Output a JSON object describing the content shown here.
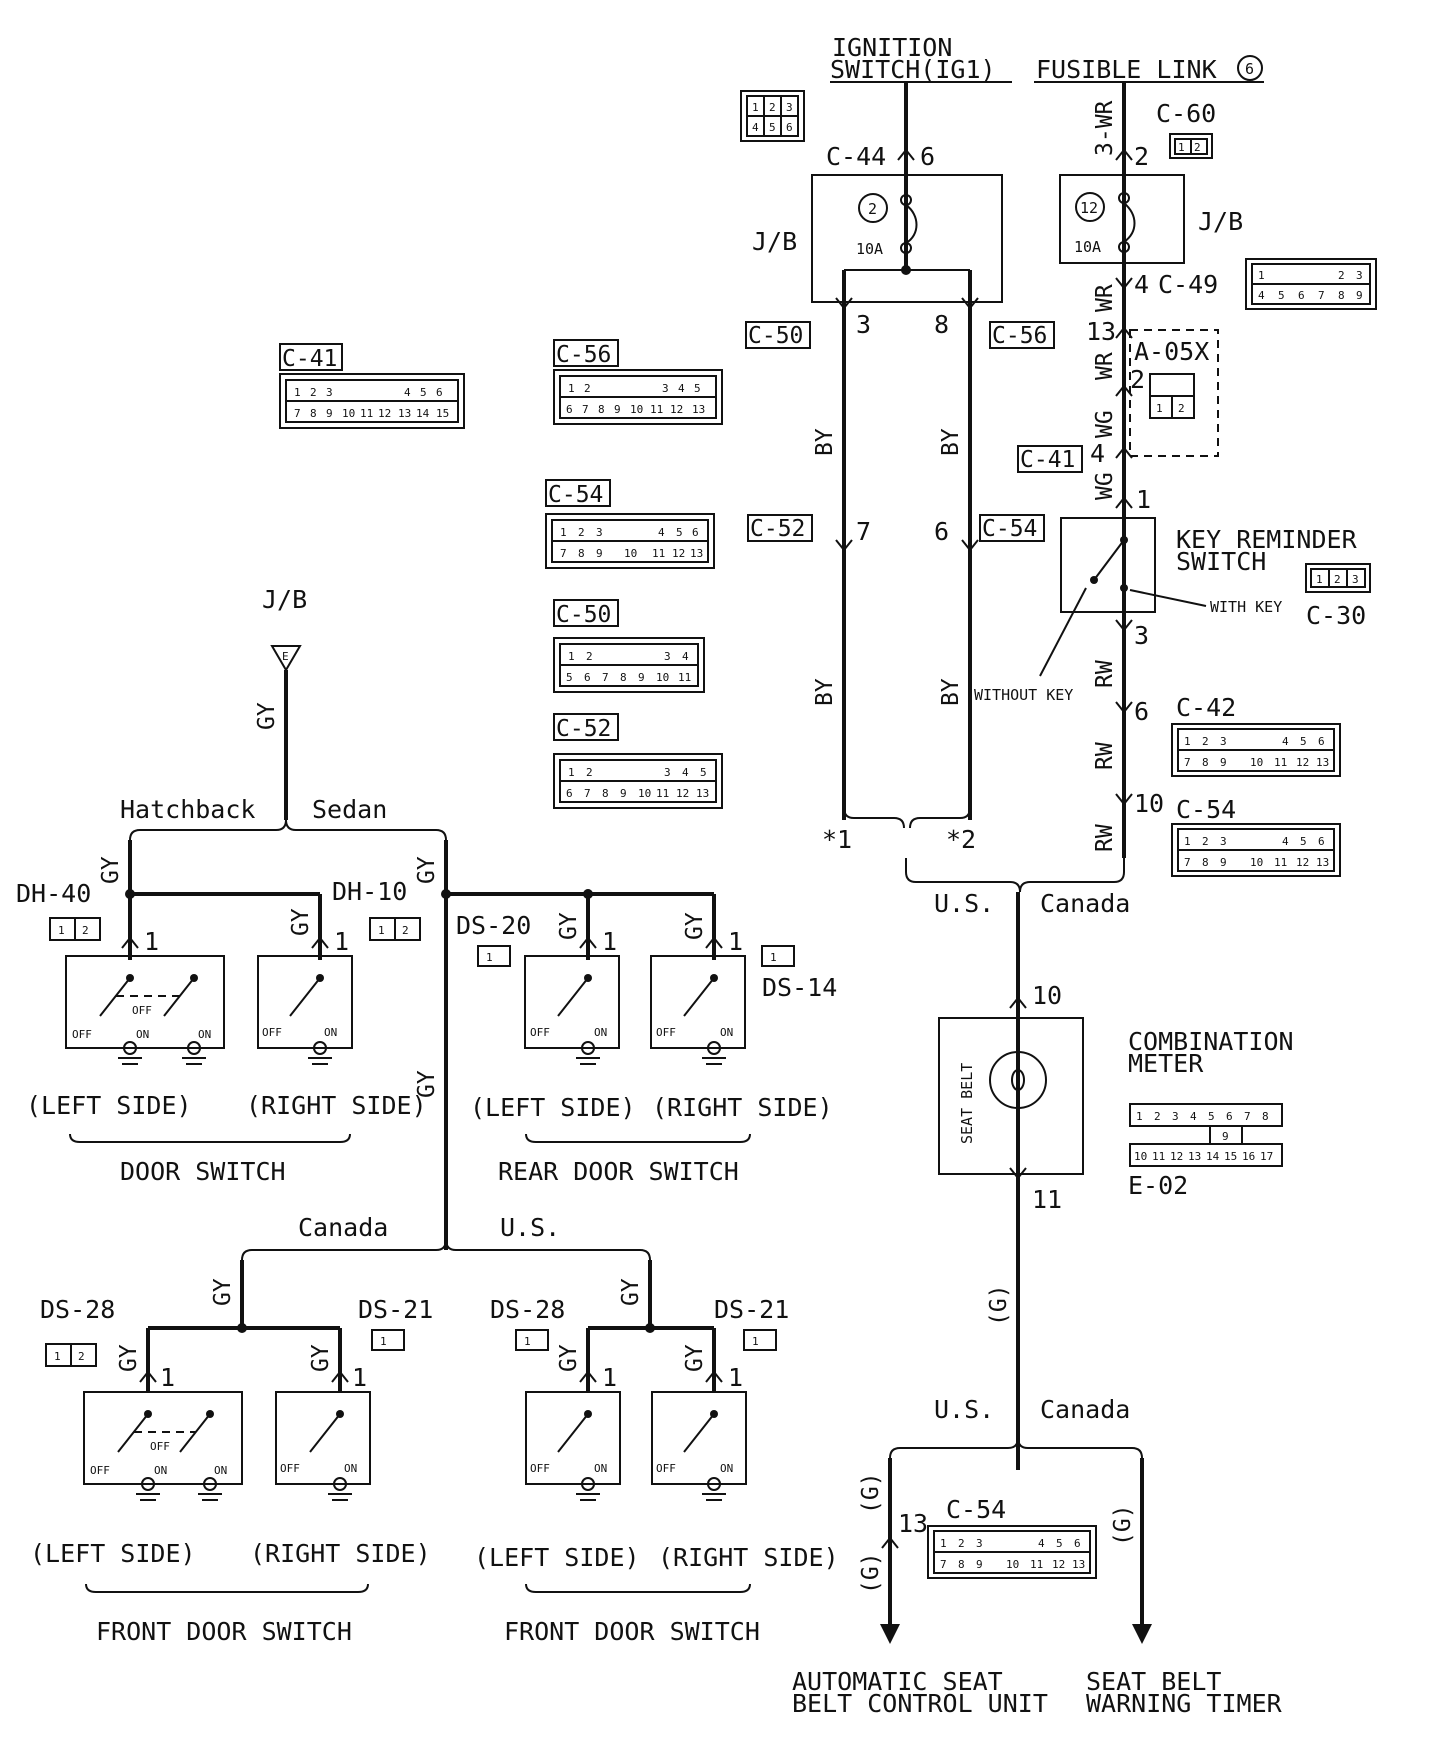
{
  "sources": {
    "ignition_switch": [
      "IGNITION",
      "SWITCH(IG1)"
    ],
    "fusible_link": "FUSIBLE LINK",
    "fusible_link_number": "6",
    "jb_source": "J/B"
  },
  "fuses": [
    {
      "number": "2",
      "rating": "10A"
    },
    {
      "number": "12",
      "rating": "10A"
    }
  ],
  "connectors": {
    "c44": "C-44",
    "c60": "C-60",
    "c49": "C-49",
    "c50": "C-50",
    "c56": "C-56",
    "c41": "C-41",
    "c54": "C-54",
    "c52": "C-52",
    "c42": "C-42",
    "c30": "C-30",
    "a05x": "A-05X",
    "e02": "E-02",
    "dh40": "DH-40",
    "dh10": "DH-10",
    "ds20": "DS-20",
    "ds14": "DS-14",
    "ds28": "DS-28",
    "ds21": "DS-21",
    "jb": "J/B"
  },
  "pins": {
    "p6": "6",
    "p2": "2",
    "p3": "3",
    "p8": "8",
    "p4": "4",
    "p13": "13",
    "p7": "7",
    "p1": "1",
    "p10": "10",
    "p11": "11"
  },
  "wire_colors": {
    "by": "BY",
    "gy": "GY",
    "wr3": "3-WR",
    "wr": "WR",
    "wg": "WG",
    "rw": "RW",
    "g": "(G)"
  },
  "markers": {
    "star1": "*1",
    "star2": "*2",
    "jb_e": "E"
  },
  "variants": {
    "hatchback": "Hatchback",
    "sedan": "Sedan",
    "us": "U.S.",
    "canada": "Canada"
  },
  "components": {
    "key_reminder": [
      "KEY REMINDER",
      "SWITCH"
    ],
    "with_key": "WITH KEY",
    "without_key": "WITHOUT KEY",
    "combination_meter": [
      "COMBINATION",
      "METER"
    ],
    "seat_belt": "SEAT BELT",
    "auto_seat_belt": [
      "AUTOMATIC SEAT",
      "BELT CONTROL UNIT"
    ],
    "warning_timer": [
      "SEAT BELT",
      "WARNING TIMER"
    ]
  },
  "switch_labels": {
    "left_side": "(LEFT SIDE)",
    "right_side": "(RIGHT SIDE)",
    "door_switch": "DOOR SWITCH",
    "rear_door_switch": "REAR DOOR SWITCH",
    "front_door_switch": "FRONT DOOR SWITCH",
    "off": "OFF",
    "on": "ON"
  },
  "connector_pins": {
    "six": [
      [
        "1",
        "2",
        "3"
      ],
      [
        "4",
        "5",
        "6"
      ]
    ],
    "two": [
      "1",
      "2"
    ],
    "one": "1",
    "three": [
      "1",
      "2",
      "3"
    ],
    "c49": [
      [
        "1",
        "2",
        "3"
      ],
      [
        "4",
        "5",
        "6",
        "7",
        "8",
        "9"
      ]
    ],
    "c41": [
      [
        "1",
        "2",
        "3",
        "4",
        "5",
        "6"
      ],
      [
        "7",
        "8",
        "9",
        "10",
        "11",
        "12",
        "13",
        "14",
        "15"
      ]
    ],
    "c56": [
      [
        "1",
        "2",
        "3",
        "4",
        "5"
      ],
      [
        "6",
        "7",
        "8",
        "9",
        "10",
        "11",
        "12",
        "13"
      ]
    ],
    "c54": [
      [
        "1",
        "2",
        "3",
        "4",
        "5",
        "6"
      ],
      [
        "7",
        "8",
        "9",
        "10",
        "11",
        "12",
        "13"
      ]
    ],
    "c50": [
      [
        "1",
        "2",
        "3",
        "4"
      ],
      [
        "5",
        "6",
        "7",
        "8",
        "9",
        "10",
        "11"
      ]
    ],
    "c52": [
      [
        "1",
        "2",
        "3",
        "4",
        "5"
      ],
      [
        "6",
        "7",
        "8",
        "9",
        "10",
        "11",
        "12",
        "13"
      ]
    ],
    "e02": [
      [
        "1",
        "2",
        "3",
        "4",
        "5",
        "6",
        "7",
        "8"
      ],
      [
        "9"
      ],
      [
        "10",
        "11",
        "12",
        "13",
        "14",
        "15",
        "16",
        "17"
      ]
    ]
  }
}
